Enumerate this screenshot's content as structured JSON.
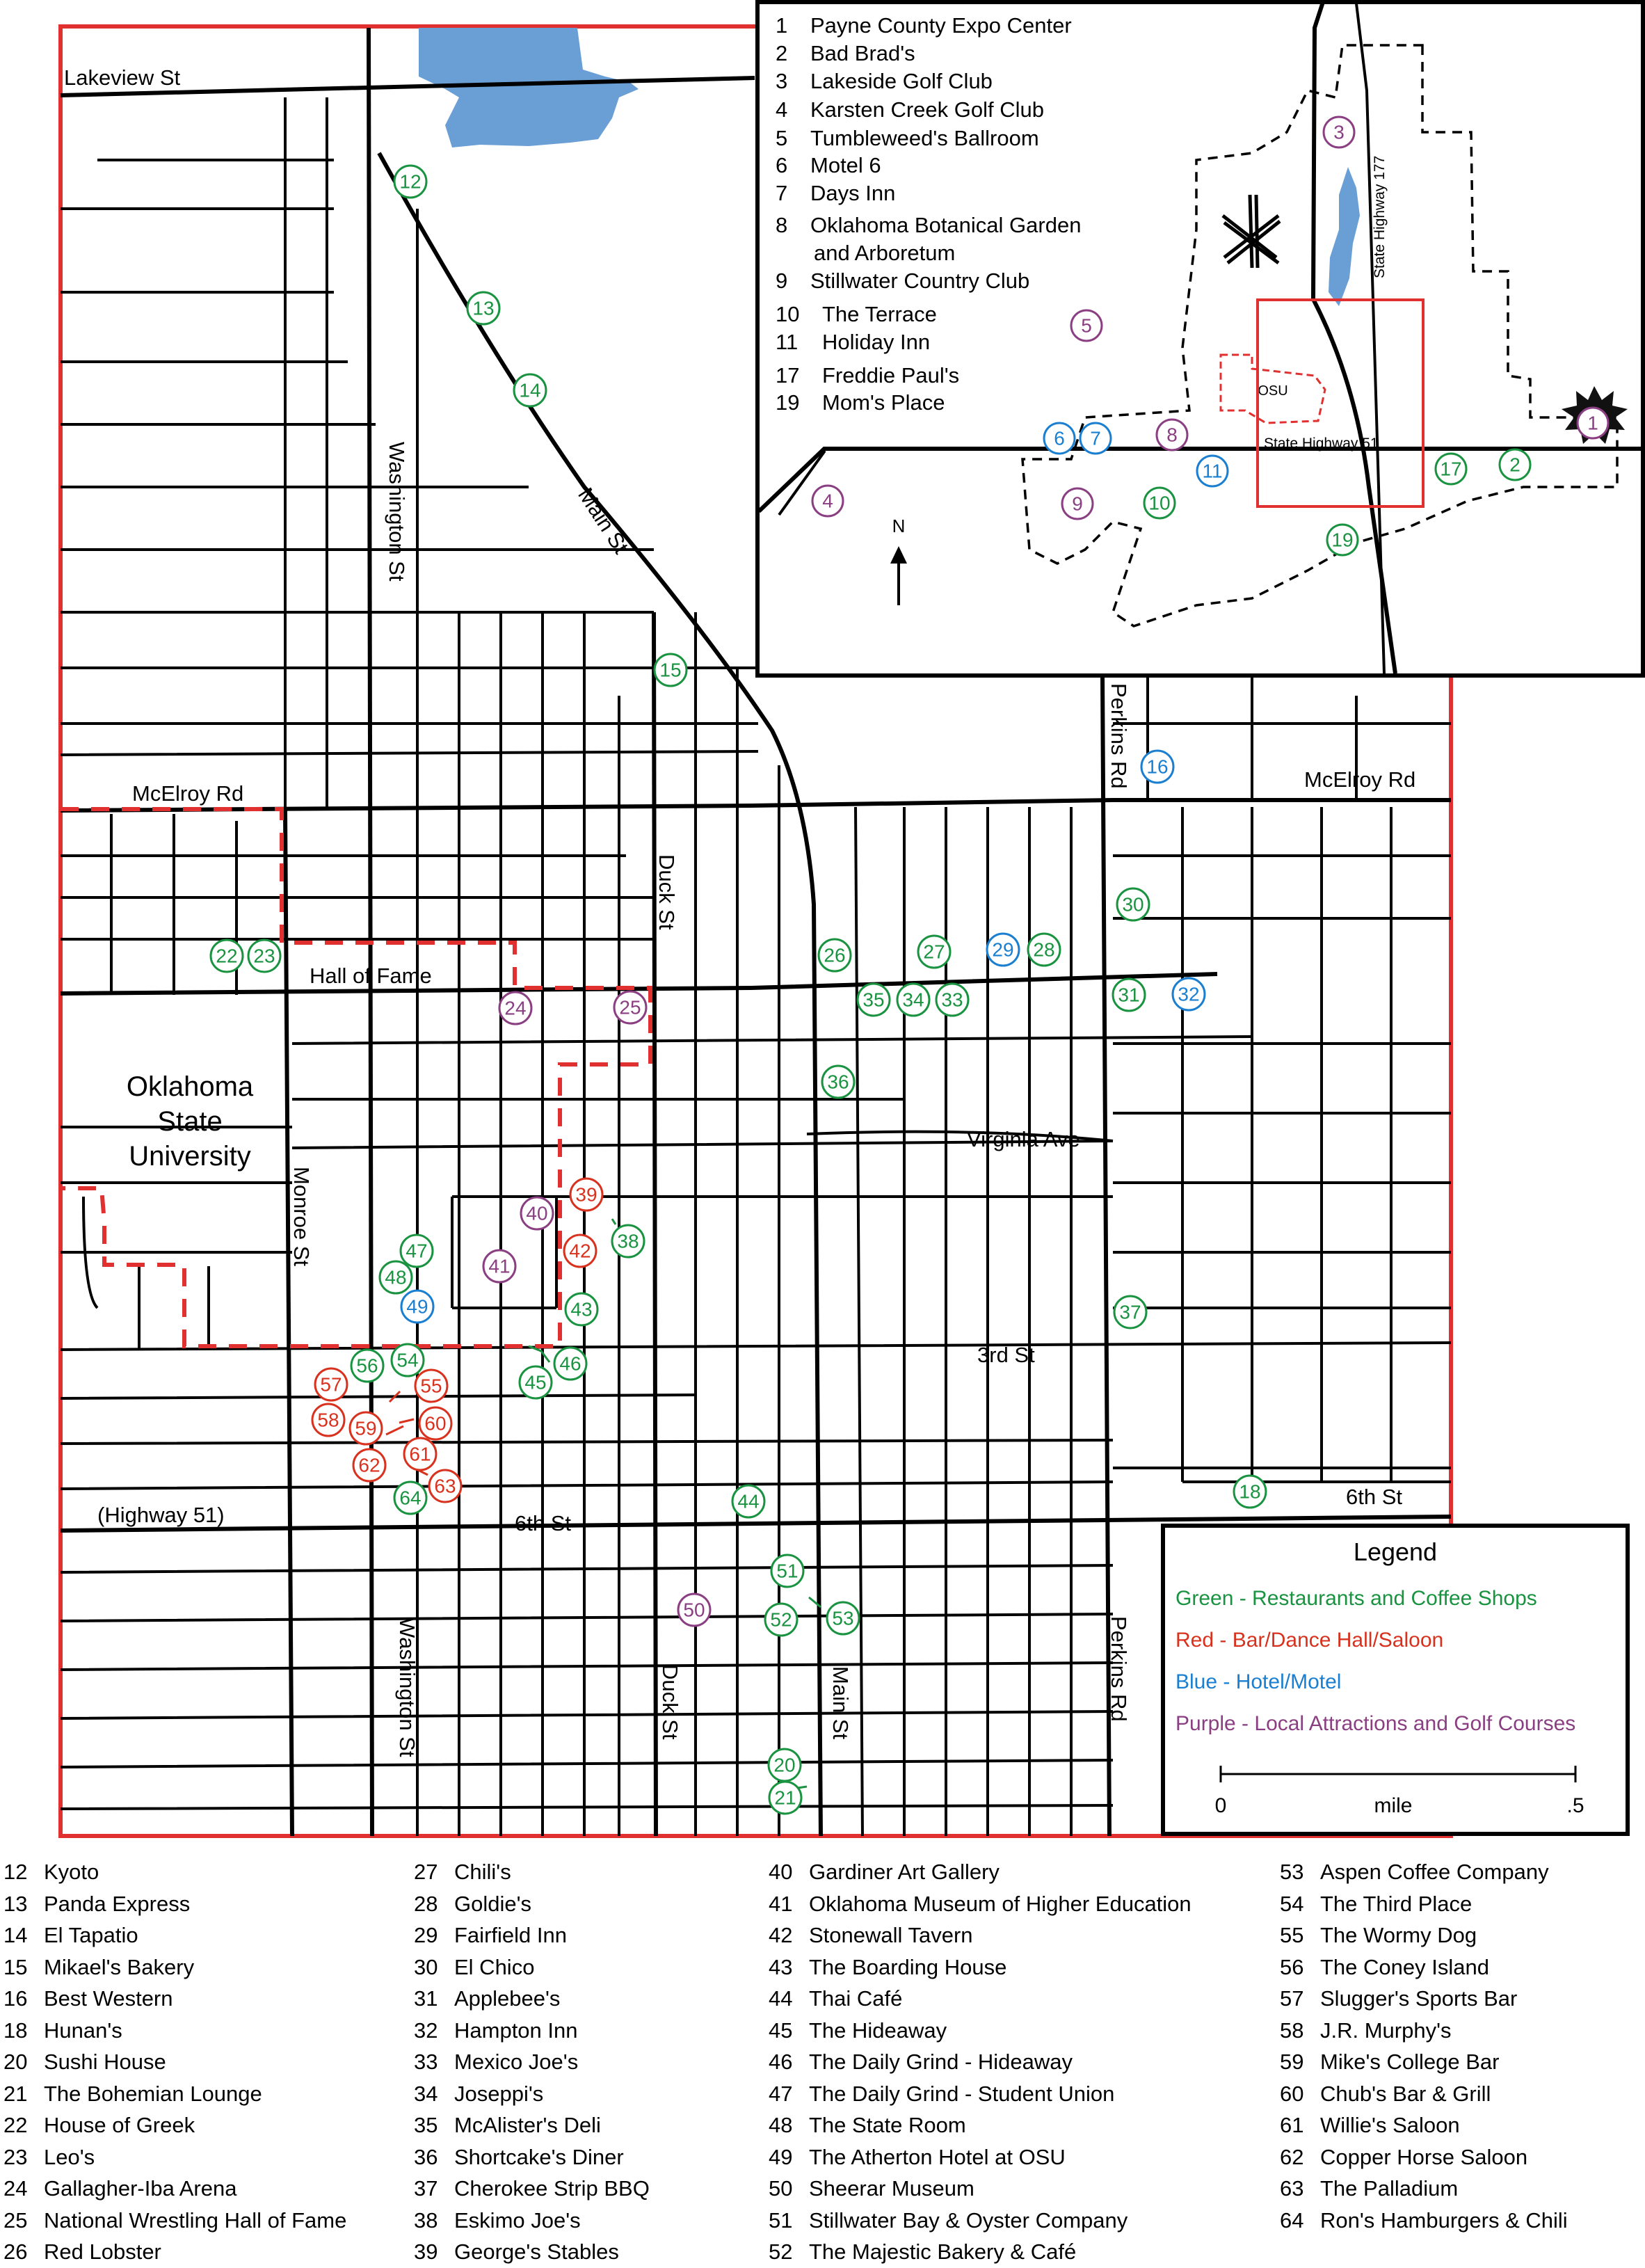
{
  "colors": {
    "restaurant": "#1a9341",
    "bar": "#d8321e",
    "hotel": "#1a7fd0",
    "attraction": "#8a3f82",
    "frame": "#e03030",
    "water": "#6a9fd6"
  },
  "streets": {
    "lakeview": "Lakeview St",
    "washington": "Washington St",
    "main": "Main St",
    "mcelroy_w": "McElroy Rd",
    "mcelroy_e": "McElroy Rd",
    "perkins_n": "Perkins Rd",
    "perkins_s": "Perkins Rd",
    "duck_n": "Duck St",
    "duck_s": "Duck St",
    "hall_of_fame": "Hall of Fame",
    "virginia": "Virginia Ave",
    "monroe": "Monroe St",
    "third": "3rd St",
    "sixth_w": "6th St",
    "sixth_e": "6th St",
    "hwy51": "(Highway 51)",
    "washington_s": "Washington St",
    "main_s": "Main St"
  },
  "campus_label": [
    "Oklahoma",
    "State",
    "University"
  ],
  "markers": [
    {
      "n": "12",
      "c": "restaurant"
    },
    {
      "n": "13",
      "c": "restaurant"
    },
    {
      "n": "14",
      "c": "restaurant"
    },
    {
      "n": "15",
      "c": "restaurant"
    },
    {
      "n": "16",
      "c": "hotel"
    },
    {
      "n": "22",
      "c": "restaurant"
    },
    {
      "n": "23",
      "c": "restaurant"
    },
    {
      "n": "24",
      "c": "attraction"
    },
    {
      "n": "25",
      "c": "attraction"
    },
    {
      "n": "26",
      "c": "restaurant"
    },
    {
      "n": "27",
      "c": "restaurant"
    },
    {
      "n": "29",
      "c": "hotel"
    },
    {
      "n": "28",
      "c": "restaurant"
    },
    {
      "n": "30",
      "c": "restaurant"
    },
    {
      "n": "35",
      "c": "restaurant"
    },
    {
      "n": "34",
      "c": "restaurant"
    },
    {
      "n": "33",
      "c": "restaurant"
    },
    {
      "n": "31",
      "c": "restaurant"
    },
    {
      "n": "32",
      "c": "hotel"
    },
    {
      "n": "36",
      "c": "restaurant"
    },
    {
      "n": "39",
      "c": "bar"
    },
    {
      "n": "40",
      "c": "attraction"
    },
    {
      "n": "38",
      "c": "restaurant"
    },
    {
      "n": "42",
      "c": "bar"
    },
    {
      "n": "41",
      "c": "attraction"
    },
    {
      "n": "47",
      "c": "restaurant"
    },
    {
      "n": "48",
      "c": "restaurant"
    },
    {
      "n": "49",
      "c": "hotel"
    },
    {
      "n": "43",
      "c": "restaurant"
    },
    {
      "n": "37",
      "c": "restaurant"
    },
    {
      "n": "46",
      "c": "restaurant"
    },
    {
      "n": "45",
      "c": "restaurant"
    },
    {
      "n": "56",
      "c": "restaurant"
    },
    {
      "n": "54",
      "c": "restaurant"
    },
    {
      "n": "57",
      "c": "bar"
    },
    {
      "n": "55",
      "c": "bar"
    },
    {
      "n": "58",
      "c": "bar"
    },
    {
      "n": "59",
      "c": "bar"
    },
    {
      "n": "60",
      "c": "bar"
    },
    {
      "n": "61",
      "c": "bar"
    },
    {
      "n": "62",
      "c": "bar"
    },
    {
      "n": "63",
      "c": "bar"
    },
    {
      "n": "64",
      "c": "restaurant"
    },
    {
      "n": "44",
      "c": "restaurant"
    },
    {
      "n": "18",
      "c": "restaurant"
    },
    {
      "n": "51",
      "c": "restaurant"
    },
    {
      "n": "50",
      "c": "attraction"
    },
    {
      "n": "52",
      "c": "restaurant"
    },
    {
      "n": "53",
      "c": "restaurant"
    },
    {
      "n": "20",
      "c": "restaurant"
    },
    {
      "n": "21",
      "c": "restaurant"
    }
  ],
  "inset": {
    "list": [
      {
        "n": "1",
        "name": "Payne County Expo Center"
      },
      {
        "n": "2",
        "name": "Bad Brad's"
      },
      {
        "n": "3",
        "name": "Lakeside Golf Club"
      },
      {
        "n": "4",
        "name": "Karsten Creek Golf Club"
      },
      {
        "n": "5",
        "name": "Tumbleweed's Ballroom"
      },
      {
        "n": "6",
        "name": "Motel 6"
      },
      {
        "n": "7",
        "name": "Days Inn"
      },
      {
        "n": "8",
        "name": "Oklahoma Botanical Garden"
      },
      {
        "n": "",
        "name": "and Arboretum"
      },
      {
        "n": "9",
        "name": "Stillwater Country Club"
      },
      {
        "n": "10",
        "name": "The Terrace"
      },
      {
        "n": "11",
        "name": "Holiday Inn"
      },
      {
        "n": "17",
        "name": "Freddie Paul's"
      },
      {
        "n": "19",
        "name": "Mom's Place"
      }
    ],
    "hwy177": "State Highway 177",
    "hwy51": "State Highway 51",
    "osu": "OSU",
    "north": "N",
    "markers": [
      {
        "n": "3",
        "c": "attraction"
      },
      {
        "n": "5",
        "c": "attraction"
      },
      {
        "n": "1",
        "c": "attraction"
      },
      {
        "n": "6",
        "c": "hotel"
      },
      {
        "n": "7",
        "c": "hotel"
      },
      {
        "n": "8",
        "c": "attraction"
      },
      {
        "n": "11",
        "c": "hotel"
      },
      {
        "n": "17",
        "c": "restaurant"
      },
      {
        "n": "2",
        "c": "restaurant"
      },
      {
        "n": "4",
        "c": "attraction"
      },
      {
        "n": "9",
        "c": "attraction"
      },
      {
        "n": "10",
        "c": "restaurant"
      },
      {
        "n": "19",
        "c": "restaurant"
      }
    ]
  },
  "legend": {
    "title": "Legend",
    "items": [
      {
        "text": "Green - Restaurants and Coffee Shops",
        "c": "restaurant"
      },
      {
        "text": "Red - Bar/Dance Hall/Saloon",
        "c": "bar"
      },
      {
        "text": "Blue - Hotel/Motel",
        "c": "hotel"
      },
      {
        "text": "Purple - Local Attractions and Golf Courses",
        "c": "attraction"
      }
    ],
    "scale_start": "0",
    "scale_unit": "mile",
    "scale_end": ".5"
  },
  "directory": [
    [
      {
        "n": "12",
        "name": "Kyoto"
      },
      {
        "n": "13",
        "name": "Panda Express"
      },
      {
        "n": "14",
        "name": "El Tapatio"
      },
      {
        "n": "15",
        "name": "Mikael's Bakery"
      },
      {
        "n": "16",
        "name": "Best Western"
      },
      {
        "n": "18",
        "name": "Hunan's"
      },
      {
        "n": "20",
        "name": "Sushi House"
      },
      {
        "n": "21",
        "name": "The Bohemian Lounge"
      },
      {
        "n": "22",
        "name": "House of Greek"
      },
      {
        "n": "23",
        "name": "Leo's"
      },
      {
        "n": "24",
        "name": "Gallagher-Iba Arena"
      },
      {
        "n": "25",
        "name": "National Wrestling Hall of Fame"
      },
      {
        "n": "26",
        "name": "Red Lobster"
      }
    ],
    [
      {
        "n": "27",
        "name": "Chili's"
      },
      {
        "n": "28",
        "name": "Goldie's"
      },
      {
        "n": "29",
        "name": "Fairfield Inn"
      },
      {
        "n": "30",
        "name": "El Chico"
      },
      {
        "n": "31",
        "name": "Applebee's"
      },
      {
        "n": "32",
        "name": "Hampton Inn"
      },
      {
        "n": "33",
        "name": "Mexico Joe's"
      },
      {
        "n": "34",
        "name": "Joseppi's"
      },
      {
        "n": "35",
        "name": "McAlister's Deli"
      },
      {
        "n": "36",
        "name": "Shortcake's Diner"
      },
      {
        "n": "37",
        "name": "Cherokee Strip BBQ"
      },
      {
        "n": "38",
        "name": "Eskimo Joe's"
      },
      {
        "n": "39",
        "name": "George's Stables"
      }
    ],
    [
      {
        "n": "40",
        "name": "Gardiner Art Gallery"
      },
      {
        "n": "41",
        "name": "Oklahoma Museum of Higher Education"
      },
      {
        "n": "42",
        "name": "Stonewall Tavern"
      },
      {
        "n": "43",
        "name": "The Boarding House"
      },
      {
        "n": "44",
        "name": "Thai Café"
      },
      {
        "n": "45",
        "name": "The Hideaway"
      },
      {
        "n": "46",
        "name": "The Daily Grind - Hideaway"
      },
      {
        "n": "47",
        "name": "The Daily Grind - Student Union"
      },
      {
        "n": "48",
        "name": "The State Room"
      },
      {
        "n": "49",
        "name": "The Atherton Hotel at OSU"
      },
      {
        "n": "50",
        "name": "Sheerar Museum"
      },
      {
        "n": "51",
        "name": "Stillwater Bay & Oyster Company"
      },
      {
        "n": "52",
        "name": "The Majestic Bakery & Café"
      }
    ],
    [
      {
        "n": "53",
        "name": "Aspen Coffee Company"
      },
      {
        "n": "54",
        "name": "The Third Place"
      },
      {
        "n": "55",
        "name": "The Wormy Dog"
      },
      {
        "n": "56",
        "name": "The Coney Island"
      },
      {
        "n": "57",
        "name": "Slugger's Sports Bar"
      },
      {
        "n": "58",
        "name": "J.R. Murphy's"
      },
      {
        "n": "59",
        "name": "Mike's College Bar"
      },
      {
        "n": "60",
        "name": "Chub's Bar & Grill"
      },
      {
        "n": "61",
        "name": "Willie's Saloon"
      },
      {
        "n": "62",
        "name": "Copper Horse Saloon"
      },
      {
        "n": "63",
        "name": "The Palladium"
      },
      {
        "n": "64",
        "name": "Ron's Hamburgers & Chili"
      }
    ]
  ]
}
